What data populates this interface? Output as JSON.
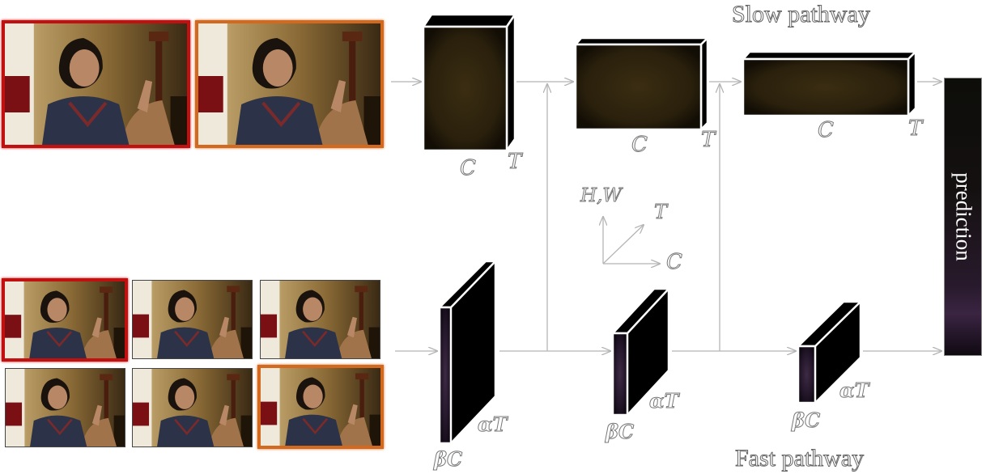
{
  "diagram": {
    "slow_pathway_label": "Slow pathway",
    "fast_pathway_label": "Fast pathway",
    "prediction_label": "prediction",
    "slow_blocks": [
      {
        "channel_label": "C",
        "time_label": "T"
      },
      {
        "channel_label": "C",
        "time_label": "T"
      },
      {
        "channel_label": "C",
        "time_label": "T"
      }
    ],
    "fast_blocks": [
      {
        "channel_label": "βC",
        "time_label": "αT"
      },
      {
        "channel_label": "βC",
        "time_label": "αT"
      },
      {
        "channel_label": "βC",
        "time_label": "αT"
      }
    ],
    "axes": {
      "vertical": "H,W",
      "diagonal": "T",
      "horizontal": "C"
    },
    "slow_input_frames": [
      {
        "highlight": "red"
      },
      {
        "highlight": "orange"
      }
    ],
    "fast_input_frames": [
      {
        "highlight": "red"
      },
      {
        "highlight": "none"
      },
      {
        "highlight": "none"
      },
      {
        "highlight": "none"
      },
      {
        "highlight": "none"
      },
      {
        "highlight": "orange"
      }
    ],
    "colors": {
      "slow_feature": "#2e2410",
      "fast_feature": "#2a1a2e",
      "arrow": "#b5b5b5",
      "highlight_red": "#c01010",
      "highlight_orange": "#d2691e"
    }
  }
}
